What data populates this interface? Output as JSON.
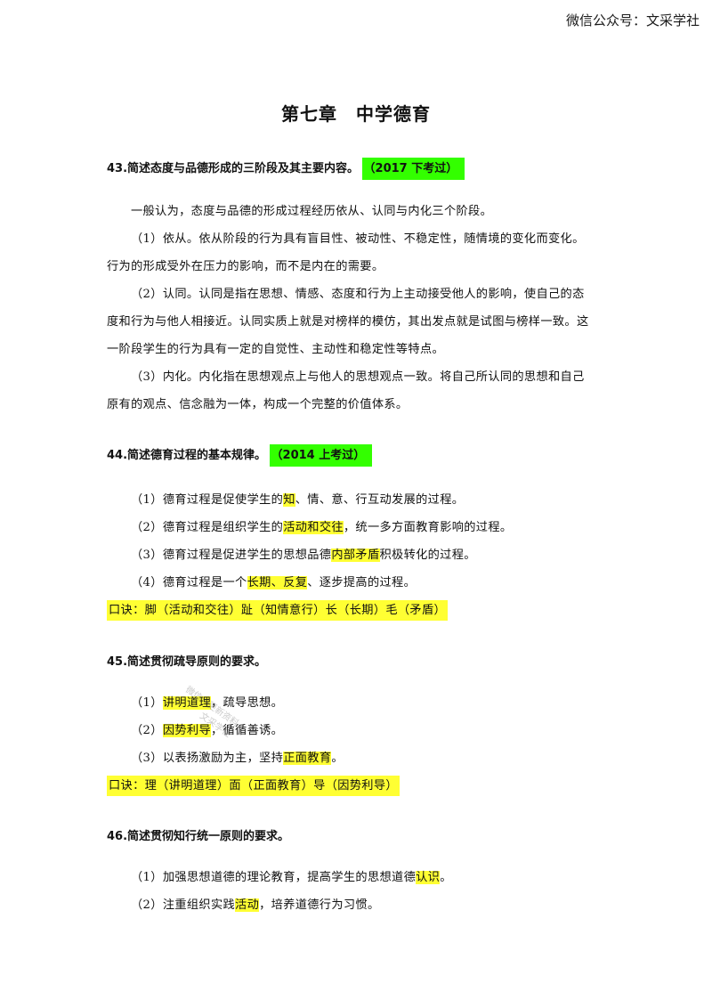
{
  "header": {
    "source": "微信公众号：文采学社"
  },
  "chapter": {
    "title": "第七章　中学德育"
  },
  "q43": {
    "title": "43.简述态度与品德形成的三阶段及其主要内容。",
    "tag": "（2017 下考过）",
    "intro": "一般认为，态度与品德的形成过程经历依从、认同与内化三个阶段。",
    "p1_l1": "（1）依从。依从阶段的行为具有盲目性、被动性、不稳定性，随情境的变化而变化。",
    "p1_l2": "行为的形成受外在压力的影响，而不是内在的需要。",
    "p2_l1": "（2）认同。认同是指在思想、情感、态度和行为上主动接受他人的影响，使自己的态",
    "p2_l2": "度和行为与他人相接近。认同实质上就是对榜样的模仿，其出发点就是试图与榜样一致。这",
    "p2_l3": "一阶段学生的行为具有一定的自觉性、主动性和稳定性等特点。",
    "p3_l1": "（3）内化。内化指在思想观点上与他人的思想观点一致。将自己所认同的思想和自己",
    "p3_l2": "原有的观点、信念融为一体，构成一个完整的价值体系。"
  },
  "q44": {
    "title": "44.简述德育过程的基本规律。",
    "tag": "（2014 上考过）",
    "i1_a": "（1）德育过程是促使学生的",
    "i1_h": "知",
    "i1_b": "、情、意、行互动发展的过程。",
    "i2_a": "（2）德育过程是组织学生的",
    "i2_h": "活动和交往",
    "i2_b": "，统一多方面教育影响的过程。",
    "i3_a": "（3）德育过程是促进学生的思想品德",
    "i3_h": "内部矛盾",
    "i3_b": "积极转化的过程。",
    "i4_a": "（4）德育过程是一个",
    "i4_h": "长期、反复",
    "i4_b": "、逐步提高的过程。",
    "mnemonic": "口诀：脚（活动和交往）趾（知情意行）长（长期）毛（矛盾）"
  },
  "q45": {
    "title": "45.简述贯彻疏导原则的要求。",
    "i1_a": "（1）",
    "i1_h": "讲明道理",
    "i1_b": "，疏导思想。",
    "i2_a": "（2）",
    "i2_h": "因势利导",
    "i2_b": "，循循善诱。",
    "i3_a": "（3）以表扬激励为主，坚持",
    "i3_h": "正面教育",
    "i3_b": "。",
    "mnemonic": "口诀：理（讲明道理）面（正面教育）导（因势利导）"
  },
  "q46": {
    "title": "46.简述贯彻知行统一原则的要求。",
    "i1_a": "（1）加强思想道德的理论教育，提高学生的思想道德",
    "i1_h": "认识",
    "i1_b": "。",
    "i2_a": "（2）注重组织实践",
    "i2_h": "活动",
    "i2_b": "，培养道德行为习惯。"
  },
  "watermark": {
    "line1": "微信一更新资料",
    "line2": "文采学社"
  }
}
